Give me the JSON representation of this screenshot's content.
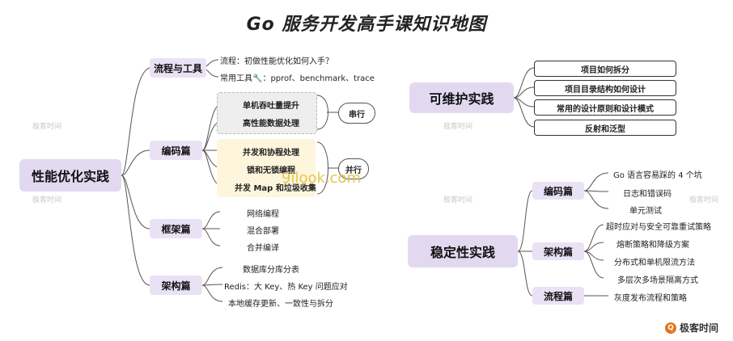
{
  "title": "Go 服务开发高手课知识地图",
  "left": {
    "main": "性能优化实践",
    "flow": {
      "label": "流程与工具",
      "items": [
        "流程：初做性能优化如何入手？",
        "常用工具🔧：pprof、benchmark、trace"
      ]
    },
    "coding": {
      "label": "编码篇",
      "serial_items": [
        "单机吞吐量提升",
        "高性能数据处理"
      ],
      "serial_tag": "串行",
      "parallel_items": [
        "并发和协程处理",
        "锁和无锁编程",
        "并发 Map 和垃圾收集"
      ],
      "parallel_tag": "并行"
    },
    "framework": {
      "label": "框架篇",
      "items": [
        "网络编程",
        "混合部署",
        "合并编译"
      ]
    },
    "architecture": {
      "label": "架构篇",
      "items": [
        "数据库分库分表",
        "Redis：大 Key、热 Key 问题应对",
        "本地缓存更新、一致性与拆分"
      ]
    }
  },
  "right_top": {
    "main": "可维护实践",
    "items": [
      "项目如何拆分",
      "项目目录结构如何设计",
      "常用的设计原则和设计模式",
      "反射和泛型"
    ]
  },
  "right_bottom": {
    "main": "稳定性实践",
    "coding": {
      "label": "编码篇",
      "items": [
        "Go 语言容易踩的 4 个坑",
        "日志和错误码",
        "单元测试"
      ]
    },
    "architecture": {
      "label": "架构篇",
      "items": [
        "超时应对与安全可靠重试策略",
        "熔断策略和降级方案",
        "分布式和单机限流方法",
        "多层次多场景隔离方式"
      ]
    },
    "process": {
      "label": "流程篇",
      "items": [
        "灰度发布流程和策略"
      ]
    }
  },
  "watermarks": [
    "极客时间",
    "极客时间",
    "极客时间",
    "极客时间",
    "极客时间"
  ],
  "watermark_url": "9ilook.com",
  "brand": "极客时间",
  "colors": {
    "main_bg": "#e2d9f1",
    "sub_bg": "#e9e2f5",
    "parallel_bg": "#fdf6dc",
    "serial_bg": "#eeeeee"
  }
}
